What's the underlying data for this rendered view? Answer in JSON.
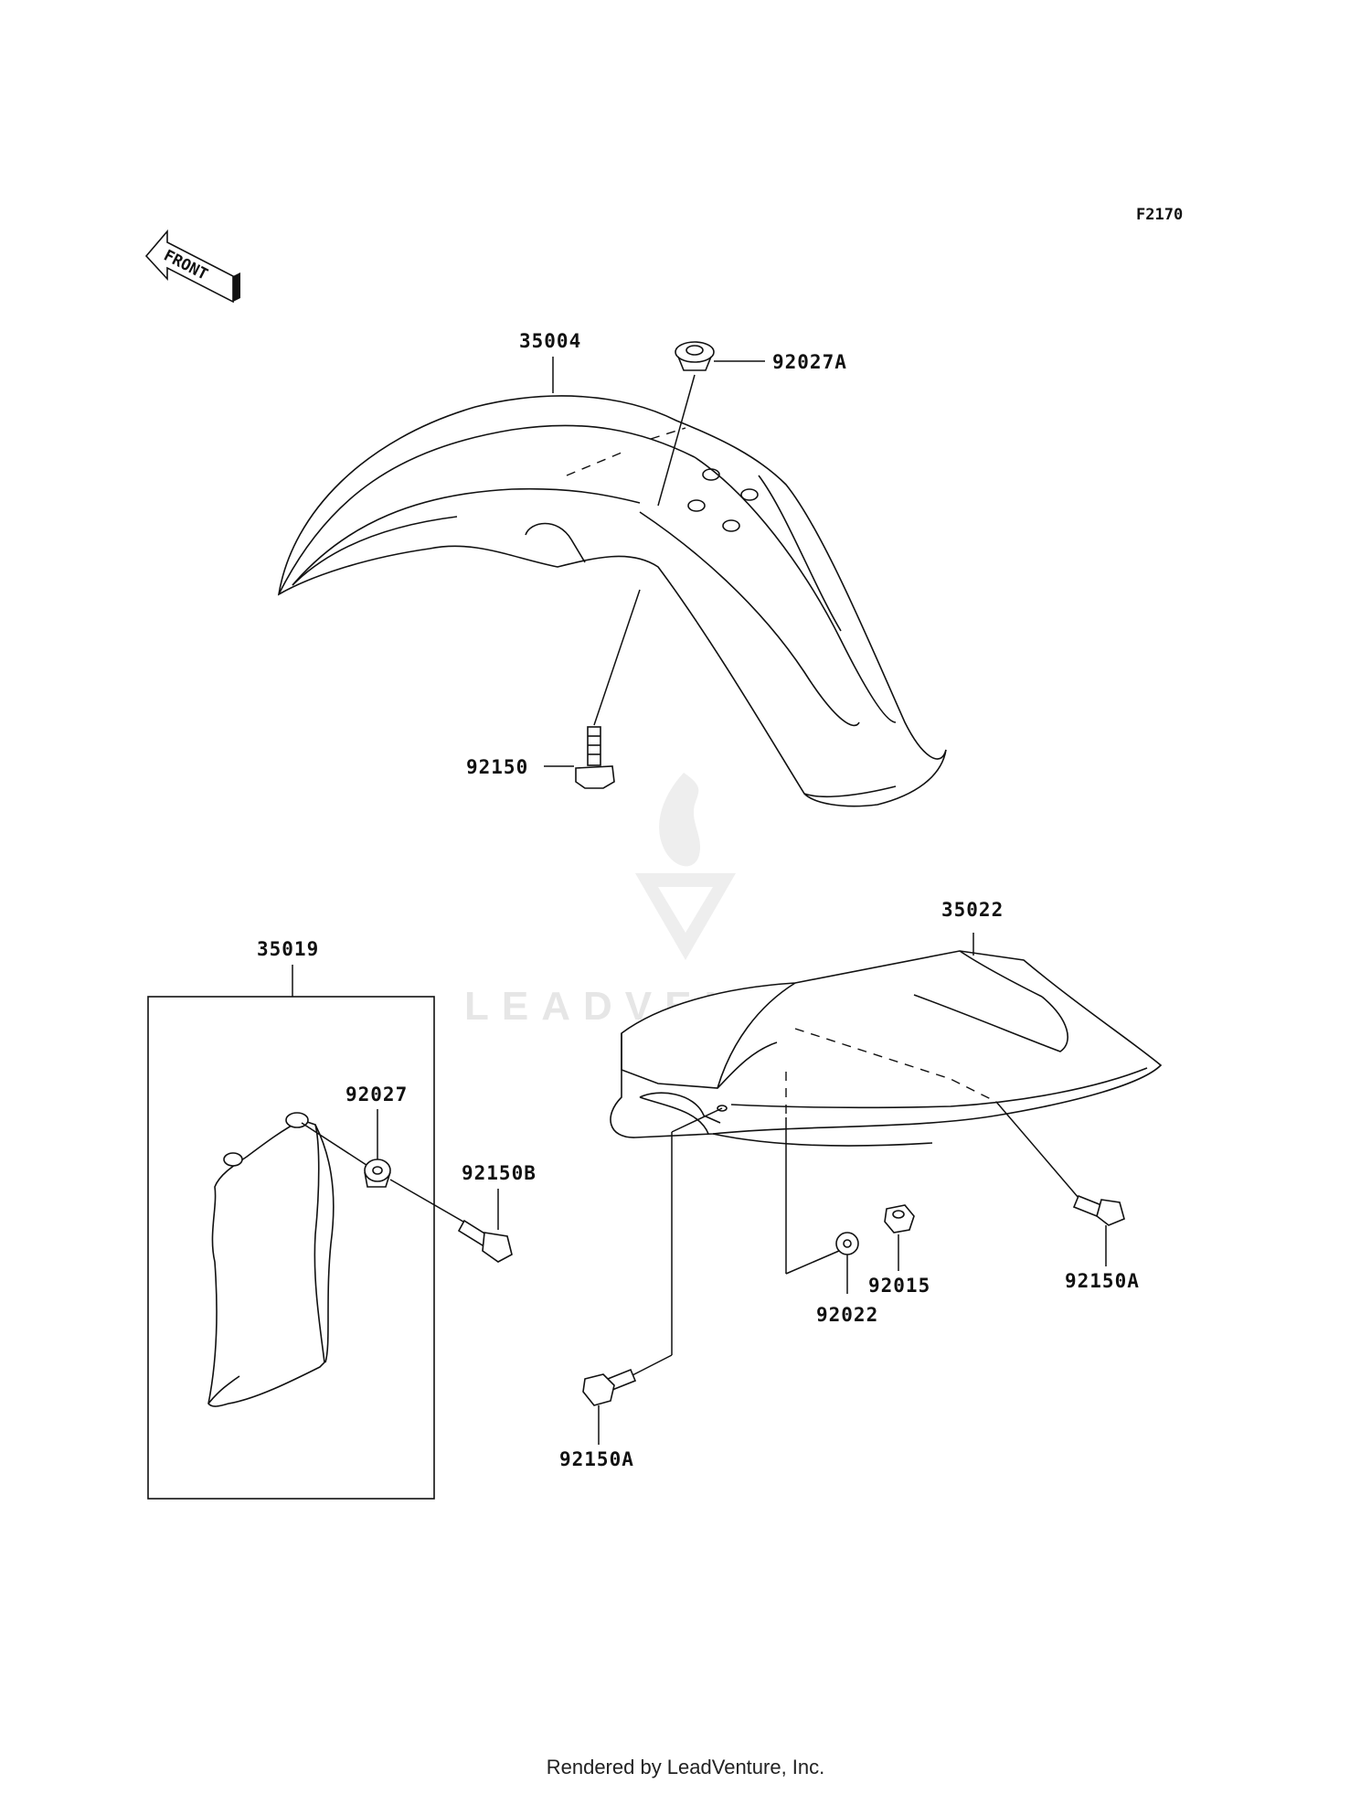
{
  "diagram": {
    "code": "F2170",
    "front_label": "FRONT",
    "watermark": "LEADVENTURE",
    "footer": "Rendered by LeadVenture, Inc."
  },
  "parts": {
    "p35004": "35004",
    "p92027A": "92027A",
    "p92150": "92150",
    "p35019": "35019",
    "p92027": "92027",
    "p92150B": "92150B",
    "p35022": "35022",
    "p92150A_right": "92150A",
    "p92015": "92015",
    "p92022": "92022",
    "p92150A_bottom": "92150A"
  }
}
